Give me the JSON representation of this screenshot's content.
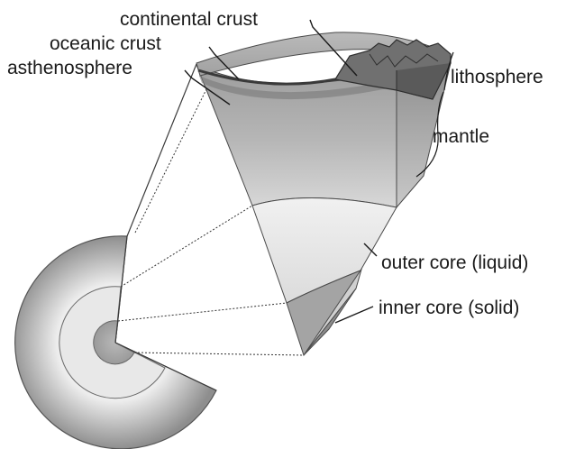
{
  "labels": {
    "continental_crust": "continental crust",
    "oceanic_crust": "oceanic crust",
    "asthenosphere": "asthenosphere",
    "lithosphere": "lithosphere",
    "mantle": "mantle",
    "outer_core": "outer core (liquid)",
    "inner_core": "inner core (solid)"
  },
  "colors": {
    "mantle_light": "#d8d8d8",
    "mantle_dark": "#8c8c8c",
    "outer_core": "#e6e6e6",
    "inner_core": "#a8a8a8",
    "continental_crust": "#6e6e6e",
    "oceanic_crust": "#555555",
    "ink": "#1a1a1a"
  }
}
